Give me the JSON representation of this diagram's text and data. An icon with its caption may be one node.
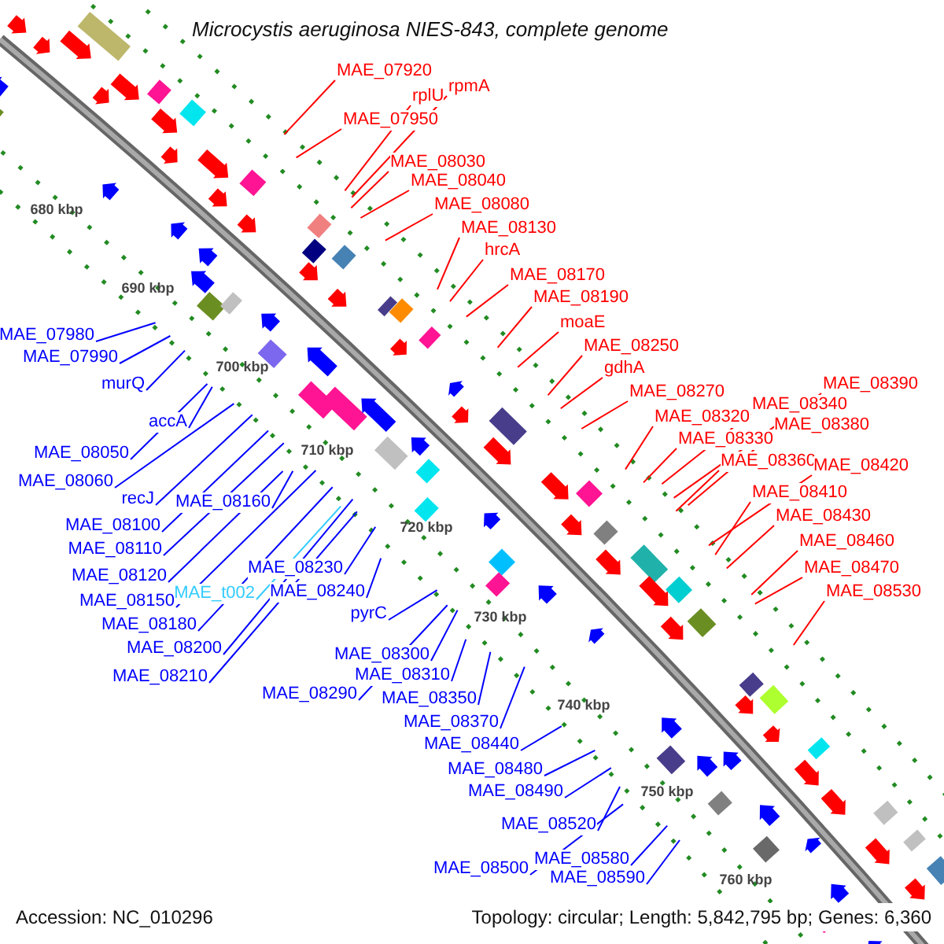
{
  "diagram": {
    "title": "Microcystis aeruginosa NIES-843, complete genome",
    "nodes": [
      {
        "text": [
          "MAE_07920"
        ]
      },
      {
        "text": [
          "rpmA"
        ]
      },
      {
        "text": [
          "rplU"
        ]
      },
      {
        "text": [
          "MAE_07950"
        ]
      },
      {
        "text": [
          "MAE_08030"
        ]
      },
      {
        "text": [
          "MAE_08040"
        ]
      },
      {
        "text": [
          "MAE_08080"
        ]
      },
      {
        "text": [
          "MAE_08130"
        ]
      },
      {
        "text": [
          "hrcA"
        ]
      },
      {
        "text": [
          "MAE_08170"
        ]
      },
      {
        "text": [
          "MAE_08190"
        ]
      },
      {
        "text": [
          "moaE"
        ]
      },
      {
        "text": [
          "MAE_08250"
        ]
      },
      {
        "text": [
          "gdhA"
        ]
      },
      {
        "text": [
          "MAE_08390"
        ]
      },
      {
        "text": [
          "MAE_08270"
        ]
      },
      {
        "text": [
          "MAE_08340"
        ]
      },
      {
        "text": [
          "MAE_08320"
        ]
      },
      {
        "text": [
          "MAE_08380"
        ]
      },
      {
        "text": [
          "MAE_08330"
        ]
      },
      {
        "text": [
          "MAE_08360"
        ]
      },
      {
        "text": [
          "MAE_08420"
        ]
      },
      {
        "text": [
          "MAE_08410"
        ]
      },
      {
        "text": [
          "MAE_08430"
        ]
      },
      {
        "text": [
          "MAE_08460"
        ]
      },
      {
        "text": [
          "MAE_08470"
        ]
      },
      {
        "text": [
          "MAE_08530"
        ]
      },
      {
        "text": [
          "MAE_07980"
        ]
      },
      {
        "text": [
          "MAE_07990"
        ]
      },
      {
        "text": [
          "murQ"
        ]
      },
      {
        "text": [
          "accA"
        ]
      },
      {
        "text": [
          "MAE_08050"
        ]
      },
      {
        "text": [
          "MAE_08060"
        ]
      },
      {
        "text": [
          "recJ"
        ]
      },
      {
        "text": [
          "MAE_08160"
        ]
      },
      {
        "text": [
          "MAE_08100"
        ]
      },
      {
        "text": [
          "MAE_08110"
        ]
      },
      {
        "text": [
          "MAE_08230"
        ]
      },
      {
        "text": [
          "MAE_08120"
        ]
      },
      {
        "text": [
          "MAE_t002"
        ]
      },
      {
        "text": [
          "MAE_08240"
        ]
      },
      {
        "text": [
          "MAE_08150"
        ]
      },
      {
        "text": [
          "pyrC"
        ]
      },
      {
        "text": [
          "MAE_08180"
        ]
      },
      {
        "text": [
          "MAE_08200"
        ]
      },
      {
        "text": [
          "MAE_08300"
        ]
      },
      {
        "text": [
          "MAE_08310"
        ]
      },
      {
        "text": [
          "MAE_08210"
        ]
      },
      {
        "text": [
          "MAE_08290"
        ]
      },
      {
        "text": [
          "MAE_08350"
        ]
      },
      {
        "text": [
          "MAE_08370"
        ]
      },
      {
        "text": [
          "MAE_08440"
        ]
      },
      {
        "text": [
          "MAE_08480"
        ]
      },
      {
        "text": [
          "MAE_08490"
        ]
      },
      {
        "text": [
          "MAE_08520"
        ]
      },
      {
        "text": [
          "MAE_08580"
        ]
      },
      {
        "text": [
          "MAE_08500"
        ]
      },
      {
        "text": [
          "MAE_08590"
        ]
      }
    ],
    "edges": [
      {
        "from": 0,
        "to": null,
        "arrow": "none",
        "color": "#ff0000"
      },
      {
        "from": 1,
        "to": null,
        "arrow": "none",
        "color": "#ff0000"
      },
      {
        "from": 2,
        "to": null,
        "arrow": "none",
        "color": "#ff0000"
      },
      {
        "from": 3,
        "to": null,
        "arrow": "none",
        "color": "#ff0000"
      },
      {
        "from": 4,
        "to": null,
        "arrow": "none",
        "color": "#ff0000"
      },
      {
        "from": 5,
        "to": null,
        "arrow": "none",
        "color": "#ff0000"
      },
      {
        "from": 6,
        "to": null,
        "arrow": "none",
        "color": "#ff0000"
      },
      {
        "from": 7,
        "to": null,
        "arrow": "none",
        "color": "#ff0000"
      },
      {
        "from": 8,
        "to": null,
        "arrow": "none",
        "color": "#ff0000"
      },
      {
        "from": 9,
        "to": null,
        "arrow": "none",
        "color": "#ff0000"
      },
      {
        "from": 10,
        "to": null,
        "arrow": "none",
        "color": "#ff0000"
      },
      {
        "from": 11,
        "to": null,
        "arrow": "none",
        "color": "#ff0000"
      },
      {
        "from": 12,
        "to": null,
        "arrow": "none",
        "color": "#ff0000"
      },
      {
        "from": 13,
        "to": null,
        "arrow": "none",
        "color": "#ff0000"
      },
      {
        "from": 14,
        "to": null,
        "arrow": "none",
        "color": "#ff0000"
      },
      {
        "from": 15,
        "to": null,
        "arrow": "none",
        "color": "#ff0000"
      },
      {
        "from": 16,
        "to": null,
        "arrow": "none",
        "color": "#ff0000"
      },
      {
        "from": 17,
        "to": null,
        "arrow": "none",
        "color": "#ff0000"
      },
      {
        "from": 18,
        "to": null,
        "arrow": "none",
        "color": "#ff0000"
      },
      {
        "from": 19,
        "to": null,
        "arrow": "none",
        "color": "#ff0000"
      },
      {
        "from": 20,
        "to": null,
        "arrow": "none",
        "color": "#ff0000"
      },
      {
        "from": 21,
        "to": null,
        "arrow": "none",
        "color": "#ff0000"
      },
      {
        "from": 22,
        "to": null,
        "arrow": "none",
        "color": "#ff0000"
      },
      {
        "from": 23,
        "to": null,
        "arrow": "none",
        "color": "#ff0000"
      },
      {
        "from": 24,
        "to": null,
        "arrow": "none",
        "color": "#ff0000"
      },
      {
        "from": 25,
        "to": null,
        "arrow": "none",
        "color": "#ff0000"
      },
      {
        "from": 26,
        "to": null,
        "arrow": "none",
        "color": "#ff0000"
      },
      {
        "from": 27,
        "to": null,
        "arrow": "none"
      },
      {
        "from": 28,
        "to": null,
        "arrow": "none"
      },
      {
        "from": 29,
        "to": null,
        "arrow": "none"
      },
      {
        "from": 30,
        "to": null,
        "arrow": "none"
      },
      {
        "from": 31,
        "to": null,
        "arrow": "none"
      },
      {
        "from": 32,
        "to": null,
        "arrow": "none"
      },
      {
        "from": 33,
        "to": null,
        "arrow": "none"
      },
      {
        "from": 34,
        "to": null,
        "arrow": "none"
      },
      {
        "from": 35,
        "to": null,
        "arrow": "none"
      },
      {
        "from": 36,
        "to": null,
        "arrow": "none"
      },
      {
        "from": 37,
        "to": null,
        "arrow": "none"
      },
      {
        "from": 38,
        "to": null,
        "arrow": "none"
      },
      {
        "from": 39,
        "to": null,
        "arrow": "none",
        "color": "#33ccff"
      },
      {
        "from": 40,
        "to": null,
        "arrow": "none"
      },
      {
        "from": 41,
        "to": null,
        "arrow": "none"
      },
      {
        "from": 42,
        "to": null,
        "arrow": "none"
      },
      {
        "from": 43,
        "to": null,
        "arrow": "none"
      },
      {
        "from": 44,
        "to": null,
        "arrow": "none"
      },
      {
        "from": 45,
        "to": null,
        "arrow": "none"
      },
      {
        "from": 46,
        "to": null,
        "arrow": "none"
      },
      {
        "from": 47,
        "to": null,
        "arrow": "none"
      },
      {
        "from": 48,
        "to": null,
        "arrow": "none"
      },
      {
        "from": 49,
        "to": null,
        "arrow": "none"
      },
      {
        "from": 50,
        "to": null,
        "arrow": "none"
      },
      {
        "from": 51,
        "to": null,
        "arrow": "none"
      },
      {
        "from": 52,
        "to": null,
        "arrow": "none"
      },
      {
        "from": 53,
        "to": null,
        "arrow": "none"
      },
      {
        "from": 54,
        "to": null,
        "arrow": "none"
      },
      {
        "from": 55,
        "to": null,
        "arrow": "none"
      },
      {
        "from": 56,
        "to": null,
        "arrow": "none"
      },
      {
        "from": 57,
        "to": null,
        "arrow": "none"
      }
    ],
    "labels": [
      "680 kbp",
      "690 kbp",
      "700 kbp",
      "710 kbp",
      "720 kbp",
      "730 kbp",
      "740 kbp",
      "750 kbp",
      "760 kbp",
      "Accession: NC_010296",
      "Topology: circular; Length: 5,842,795 bp; Genes: 6,360"
    ]
  }
}
